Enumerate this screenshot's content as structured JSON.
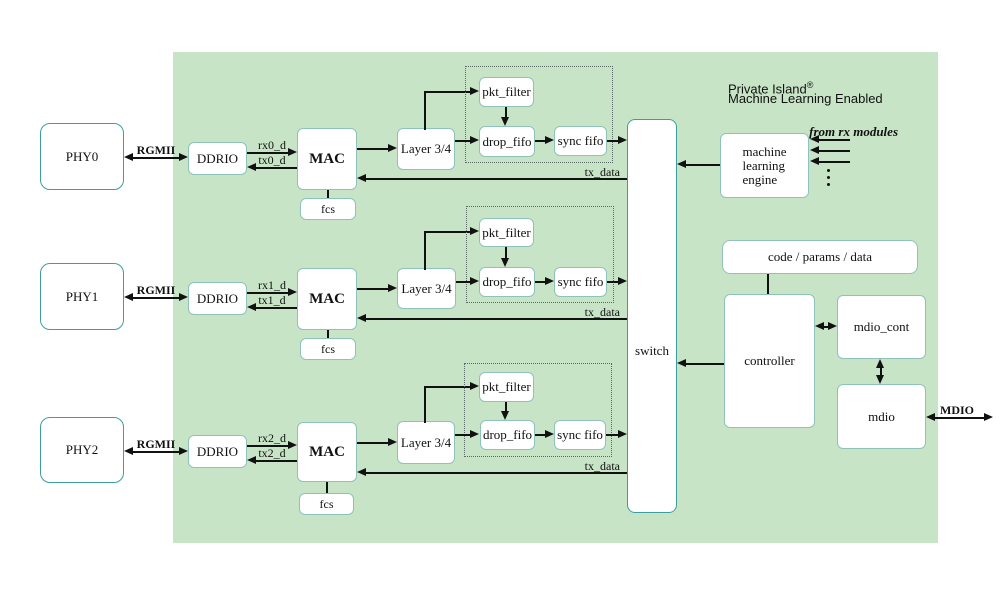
{
  "header": {
    "brand": "Private Island",
    "registered": "®",
    "subtitle": "Machine Learning Enabled"
  },
  "rows": [
    {
      "phy": "PHY0",
      "bus": "RGMII",
      "ddrio": "DDRIO",
      "rx": "rx0_d",
      "tx": "tx0_d",
      "mac": "MAC",
      "fcs": "fcs",
      "layer": "Layer 3/4",
      "pkt_filter": "pkt_filter",
      "drop_fifo": "drop_fifo",
      "sync_fifo": "sync fifo",
      "tx_data": "tx_data"
    },
    {
      "phy": "PHY1",
      "bus": "RGMII",
      "ddrio": "DDRIO",
      "rx": "rx1_d",
      "tx": "tx1_d",
      "mac": "MAC",
      "fcs": "fcs",
      "layer": "Layer 3/4",
      "pkt_filter": "pkt_filter",
      "drop_fifo": "drop_fifo",
      "sync_fifo": "sync fifo",
      "tx_data": "tx_data"
    },
    {
      "phy": "PHY2",
      "bus": "RGMII",
      "ddrio": "DDRIO",
      "rx": "rx2_d",
      "tx": "tx2_d",
      "mac": "MAC",
      "fcs": "fcs",
      "layer": "Layer 3/4",
      "pkt_filter": "pkt_filter",
      "drop_fifo": "drop_fifo",
      "sync_fifo": "sync fifo",
      "tx_data": "tx_data"
    }
  ],
  "switch": {
    "label": "switch"
  },
  "ml_engine": {
    "line1": "machine",
    "line2": "learning",
    "line3": "engine",
    "annotation": "from rx modules"
  },
  "control": {
    "code_box": "code / params / data",
    "controller": "controller",
    "mdio_cont": "mdio_cont",
    "mdio": "mdio",
    "mdio_bus": "MDIO"
  },
  "colors": {
    "panel_green": "#c8e4c6",
    "teal_border": "#3d9e9e",
    "box_border": "#8fc2ba",
    "line": "#111111",
    "dotted_border": "#5a6868"
  }
}
